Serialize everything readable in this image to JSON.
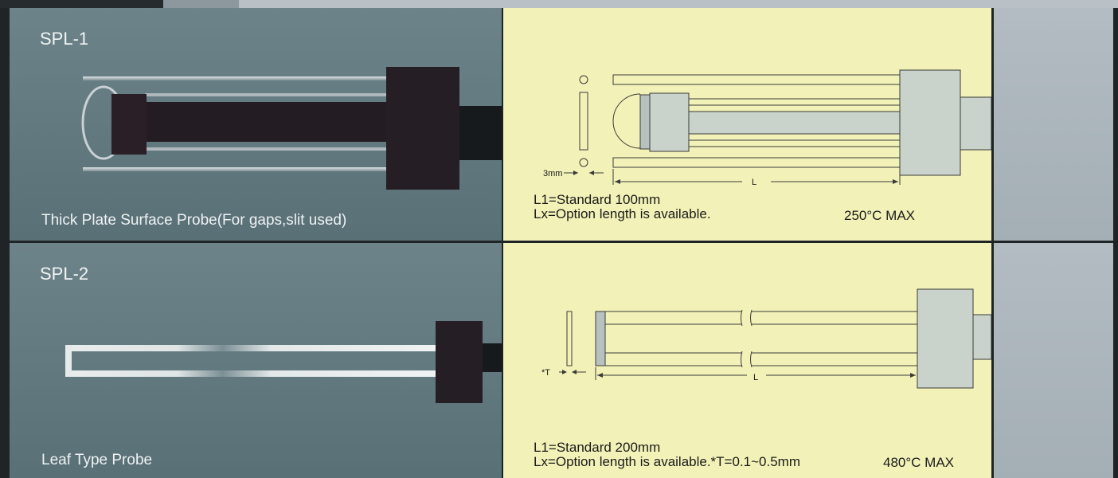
{
  "probes": [
    {
      "model": "SPL-1",
      "caption": "Thick Plate Surface Probe(For gaps,slit used)",
      "spec_line1": "L1=Standard 100mm",
      "spec_line2": "Lx=Option length is available.",
      "max_temp": "250°C MAX",
      "gap_label": "3mm",
      "length_label": "L"
    },
    {
      "model": "SPL-2",
      "caption": "Leaf Type Probe",
      "spec_line1": "L1=Standard 200mm",
      "spec_line2": "Lx=Option length is available.*T=0.1~0.5mm",
      "max_temp": "480°C MAX",
      "gap_label": "*T",
      "length_label": "L"
    }
  ],
  "colors": {
    "photo_panel": "#627a80",
    "diagram_panel": "#f2f2b8",
    "side_panel": "#aab5bb",
    "divider": "#1f2427"
  }
}
